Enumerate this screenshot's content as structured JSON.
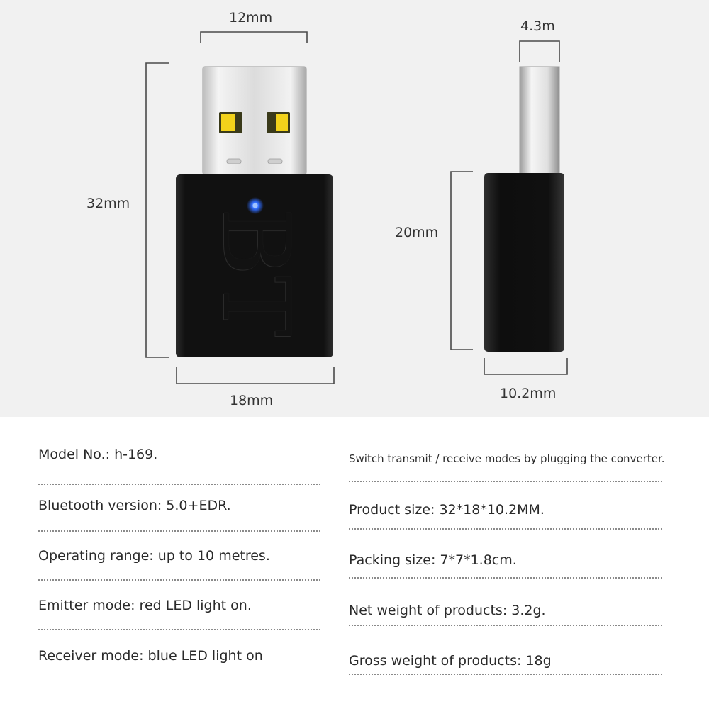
{
  "dimensions": {
    "width_top": "12mm",
    "height_total": "32mm",
    "width_bottom": "18mm",
    "side_thickness": "4.3m",
    "side_height": "20mm",
    "side_width": "10.2mm"
  },
  "device": {
    "logo_text": "BT",
    "led_color": "#2f6cff",
    "body_color": "#141414",
    "contact_color": "#f2d21b"
  },
  "specs_left": [
    "Model No.: h-169.",
    "Bluetooth version: 5.0+EDR.",
    "Operating range: up to 10 metres.",
    "Emitter mode: red LED light on.",
    "Receiver mode: blue LED light on"
  ],
  "specs_right": [
    "Switch transmit / receive modes by plugging the converter.",
    "Product size: 32*18*10.2MM.",
    "Packing size: 7*7*1.8cm.",
    "Net weight of products: 3.2g.",
    "Gross weight of products: 18g"
  ]
}
